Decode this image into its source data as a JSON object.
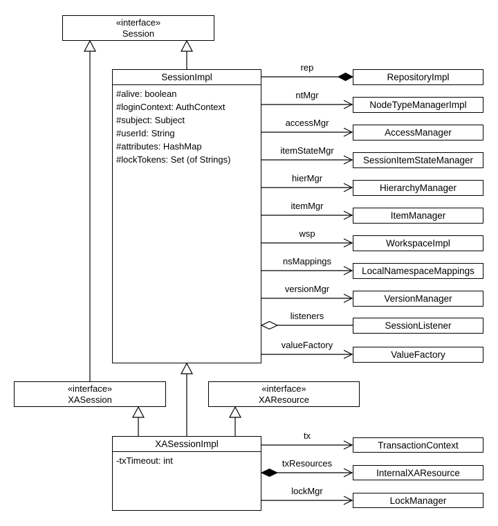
{
  "diagram": {
    "kind": "UML class diagram",
    "colors": {
      "line": "#000000",
      "background": "#ffffff",
      "text": "#000000"
    }
  },
  "classes": {
    "session": {
      "stereotype": "«interface»",
      "name": "Session"
    },
    "session_impl": {
      "name": "SessionImpl",
      "attributes": [
        "#alive: boolean",
        "#loginContext: AuthContext",
        "#subject: Subject",
        "#userId: String",
        "#attributes: HashMap",
        "#lockTokens: Set (of Strings)"
      ]
    },
    "xa_session": {
      "stereotype": "«interface»",
      "name": "XASession"
    },
    "xa_resource": {
      "stereotype": "«interface»",
      "name": "XAResource"
    },
    "xa_session_impl": {
      "name": "XASessionImpl",
      "attributes": [
        "-txTimeout: int"
      ]
    }
  },
  "associations": {
    "from_session_impl": [
      {
        "label": "rep",
        "target": "RepositoryImpl",
        "source_marker": "none",
        "target_marker": "composition-diamond"
      },
      {
        "label": "ntMgr",
        "target": "NodeTypeManagerImpl",
        "source_marker": "none",
        "target_marker": "open-arrow"
      },
      {
        "label": "accessMgr",
        "target": "AccessManager",
        "source_marker": "none",
        "target_marker": "open-arrow"
      },
      {
        "label": "itemStateMgr",
        "target": "SessionItemStateManager",
        "source_marker": "none",
        "target_marker": "open-arrow"
      },
      {
        "label": "hierMgr",
        "target": "HierarchyManager",
        "source_marker": "none",
        "target_marker": "open-arrow"
      },
      {
        "label": "itemMgr",
        "target": "ItemManager",
        "source_marker": "none",
        "target_marker": "open-arrow"
      },
      {
        "label": "wsp",
        "target": "WorkspaceImpl",
        "source_marker": "none",
        "target_marker": "open-arrow"
      },
      {
        "label": "nsMappings",
        "target": "LocalNamespaceMappings",
        "source_marker": "none",
        "target_marker": "open-arrow"
      },
      {
        "label": "versionMgr",
        "target": "VersionManager",
        "source_marker": "none",
        "target_marker": "open-arrow"
      },
      {
        "label": "listeners",
        "target": "SessionListener",
        "source_marker": "aggregation-diamond",
        "target_marker": "none"
      },
      {
        "label": "valueFactory",
        "target": "ValueFactory",
        "source_marker": "none",
        "target_marker": "open-arrow"
      }
    ],
    "from_xa_session_impl": [
      {
        "label": "tx",
        "target": "TransactionContext",
        "source_marker": "none",
        "target_marker": "open-arrow"
      },
      {
        "label": "txResources",
        "target": "InternalXAResource",
        "source_marker": "composition-diamond",
        "target_marker": "open-arrow"
      },
      {
        "label": "lockMgr",
        "target": "LockManager",
        "source_marker": "none",
        "target_marker": "open-arrow"
      }
    ]
  },
  "generalizations": [
    {
      "from": "SessionImpl",
      "to": "Session"
    },
    {
      "from": "XASession",
      "to": "Session"
    },
    {
      "from": "XASessionImpl",
      "to": "SessionImpl"
    },
    {
      "from": "XASessionImpl",
      "to": "XASession"
    },
    {
      "from": "XASessionImpl",
      "to": "XAResource"
    }
  ]
}
